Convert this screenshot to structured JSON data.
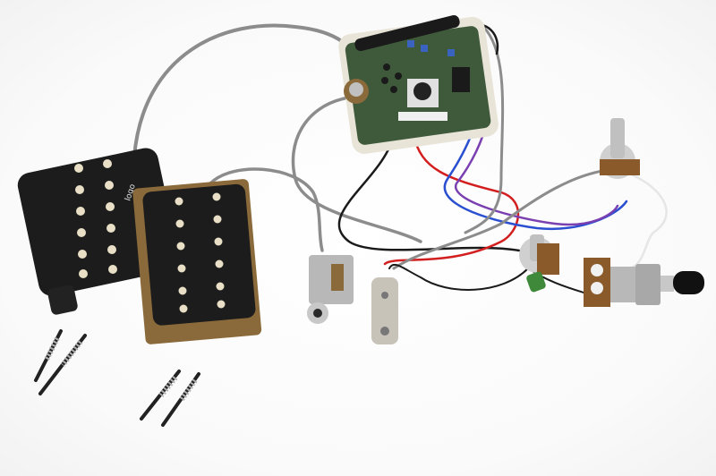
{
  "image": {
    "kind": "product photograph",
    "subject": "Guitar active electronics wiring set",
    "background_color": "#ffffff"
  },
  "components": {
    "pickup_left": {
      "type": "humbucker pickup",
      "color": "#1c1c1c",
      "pole_color": "#e8dfc6",
      "logo_visible": true
    },
    "pickup_right": {
      "type": "humbucker pickup",
      "color": "#1c1c1c",
      "pole_color": "#e8dfc6",
      "baseplate_color": "#8a6a3a"
    },
    "screws_left": {
      "count": 2,
      "type": "mounting screws with springs"
    },
    "screws_right": {
      "count": 2,
      "type": "mounting screws with springs"
    },
    "preamp_board": {
      "type": "circuit board",
      "board_color": "#3f5a3a"
    },
    "output_jack": {
      "type": "1/4 inch jack",
      "color": "#b8b8b8"
    },
    "battery_clip": {
      "type": "9V battery snap",
      "color": "#c8c3b8"
    },
    "pot_upper": {
      "type": "potentiometer"
    },
    "pot_lower": {
      "type": "potentiometer"
    },
    "toggle_switch": {
      "type": "3-way toggle switch",
      "tip_color": "#111111"
    },
    "capacitor": {
      "type": "film capacitor",
      "color": "#3f8a3a"
    }
  },
  "wires": {
    "gray": "#8c8c8c",
    "black": "#1a1a1a",
    "red": "#d21e1e",
    "blue": "#2a4fd0",
    "purple": "#7a3fb0",
    "white": "#e6e6e6"
  }
}
